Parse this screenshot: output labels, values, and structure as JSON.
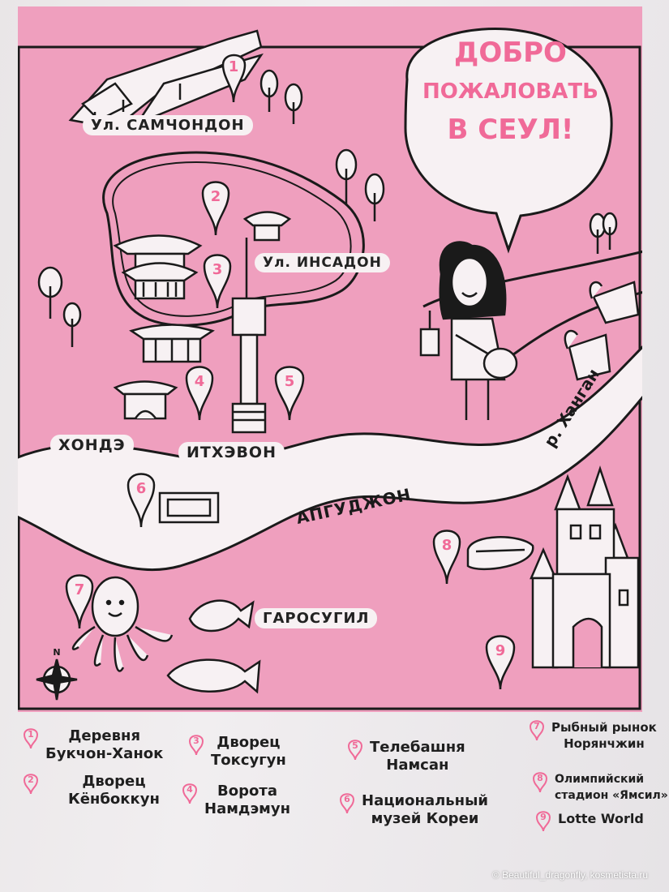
{
  "speech_bubble": {
    "line1": "ДОБРО",
    "line2": "ПОЖАЛОВАТЬ",
    "line3": "В СЕУЛ!"
  },
  "map_labels": {
    "samchondon": "Ул. САМЧОНДОН",
    "insadon": "Ул. ИНСАДОН",
    "hondae": "ХОНДЭ",
    "itaewon": "ИТХЭВОН",
    "apgujeong": "АПГУДЖОН",
    "garosugil": "ГАРОСУГИЛ",
    "hangang": "р. Хангaн",
    "north": "N"
  },
  "pins": {
    "p1": "1",
    "p2": "2",
    "p3": "3",
    "p4": "4",
    "p5": "5",
    "p6": "6",
    "p7": "7",
    "p8": "8",
    "p9": "9"
  },
  "legend": {
    "item1": {
      "num": "1",
      "line1": "Деревня",
      "line2": "Букчон-Ханок"
    },
    "item2": {
      "num": "2",
      "line1": "Дворец",
      "line2": "Кёнбоккун"
    },
    "item3": {
      "num": "3",
      "line1": "Дворец",
      "line2": "Токсугун"
    },
    "item4": {
      "num": "4",
      "line1": "Ворота",
      "line2": "Намдэмун"
    },
    "item5": {
      "num": "5",
      "line1": "Телебашня",
      "line2": "Намсан"
    },
    "item6": {
      "num": "6",
      "line1": "Национальный",
      "line2": "музей Кореи"
    },
    "item7": {
      "num": "7",
      "line1": "Рыбный рынок",
      "line2": "Норянчжин"
    },
    "item8": {
      "num": "8",
      "line1": "Олимпийский",
      "line2": "стадион «Ямсил»"
    },
    "item9": {
      "num": "9",
      "line1": "Lotte World"
    }
  },
  "watermark": "© Beautiful_dragonfly, kosmetista.ru",
  "colors": {
    "map_pink": "#ef9fbe",
    "accent_pink": "#f06a98",
    "ink": "#1a1a1a",
    "cream": "#f7f1f3"
  }
}
